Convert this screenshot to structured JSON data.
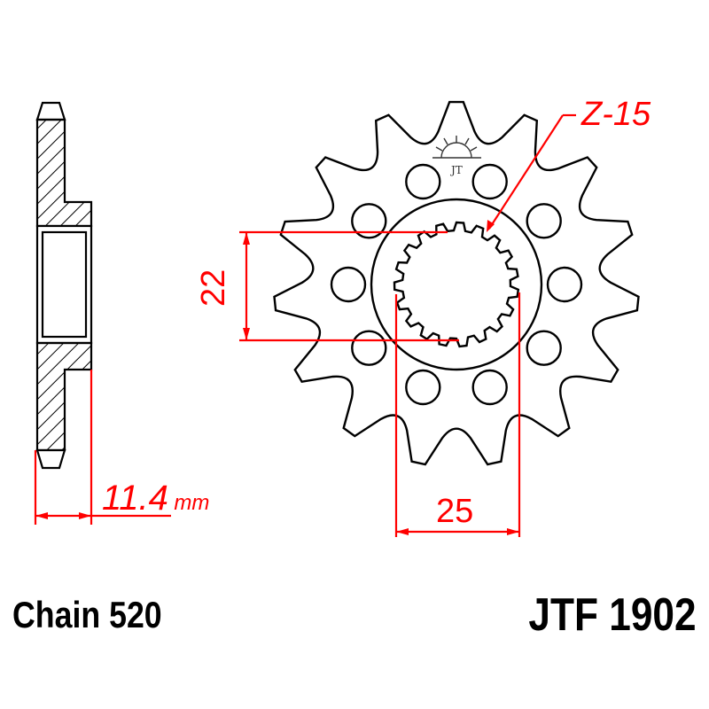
{
  "drawing": {
    "colors": {
      "outline": "#000000",
      "dimension": "#ff0000",
      "background": "#ffffff"
    },
    "sprocket": {
      "teeth": 15,
      "bolt_holes": 10,
      "splines": 19
    },
    "side_view": {
      "label": "side-profile-section"
    },
    "logo": {
      "icon": "sun-logo-icon",
      "mark": "JT"
    }
  },
  "dimensions": {
    "teeth_label": "Z-15",
    "spline_minor_label": "22",
    "spline_major_label": "25",
    "thickness_value": "11.4",
    "thickness_unit": "mm"
  },
  "footer": {
    "chain": "Chain 520",
    "part_number": "JTF 1902"
  }
}
